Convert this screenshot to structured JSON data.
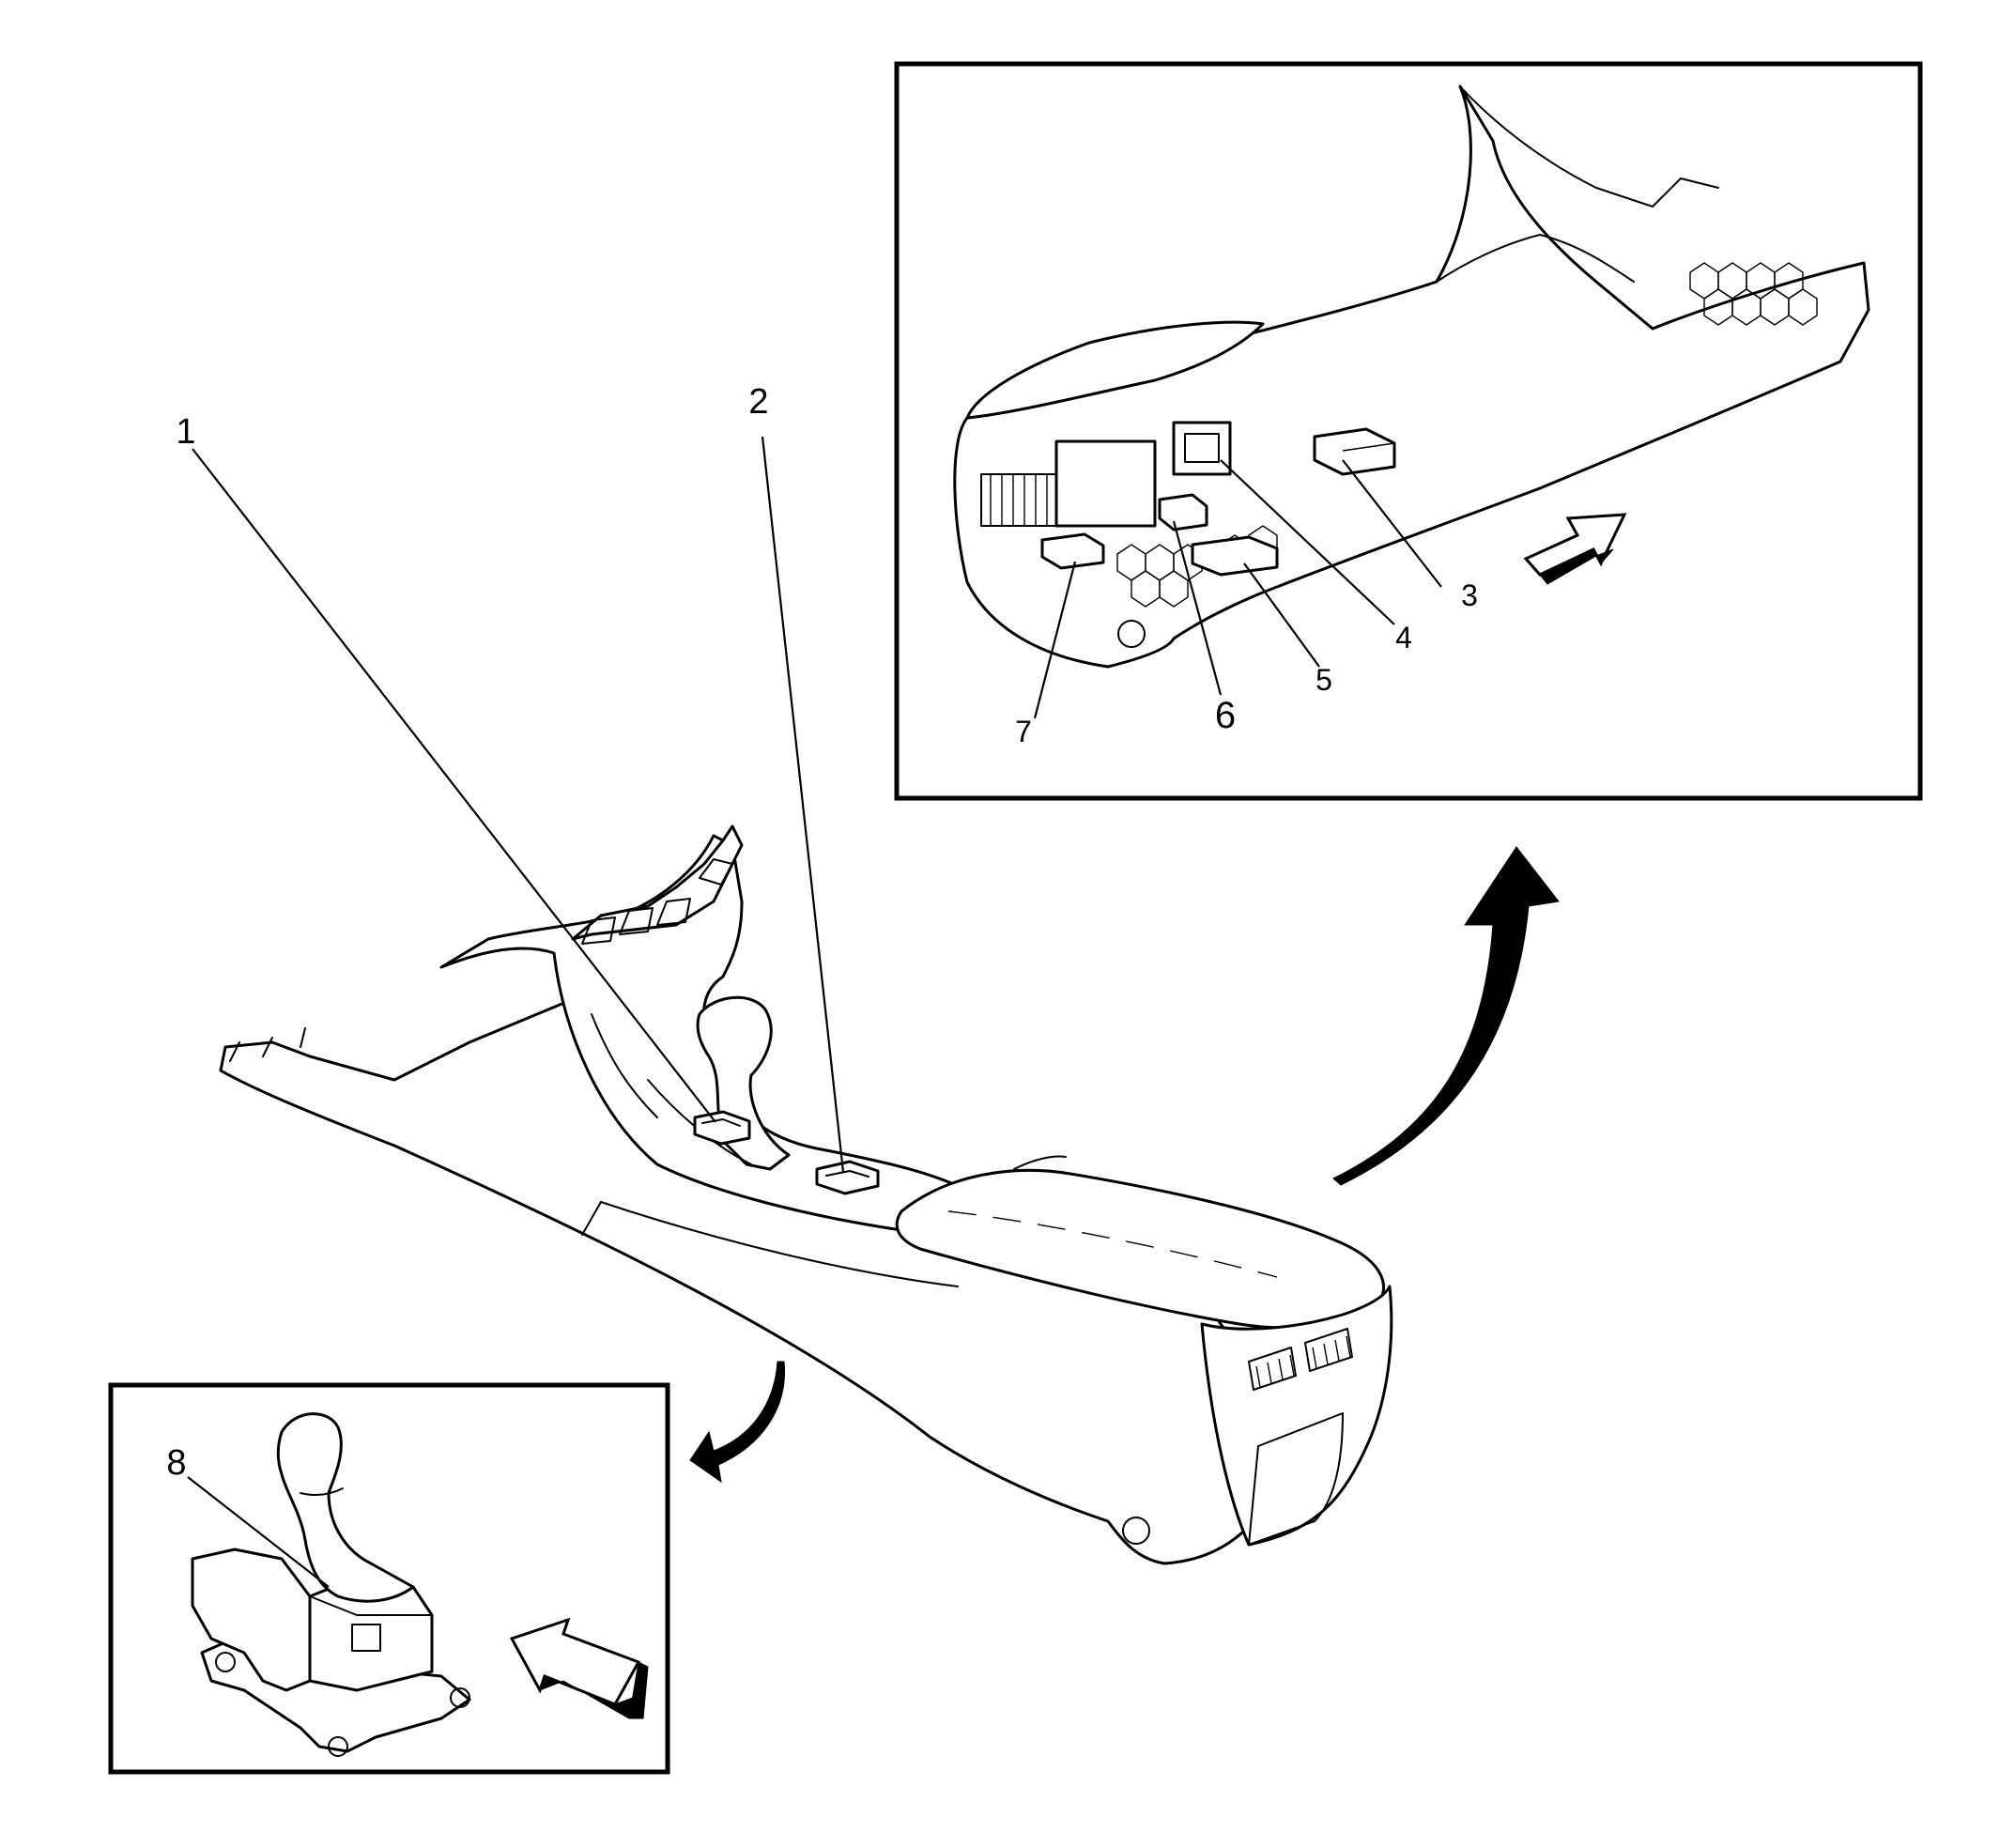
{
  "callouts": {
    "c1": "1",
    "c2": "2",
    "c3": "3",
    "c4": "4",
    "c5": "5",
    "c6": "6",
    "c7": "7",
    "c8": "8"
  },
  "icons": {
    "forward_arrow": "forward-arrow-icon",
    "pointer_arrow": "curved-pointer-arrow-icon"
  }
}
